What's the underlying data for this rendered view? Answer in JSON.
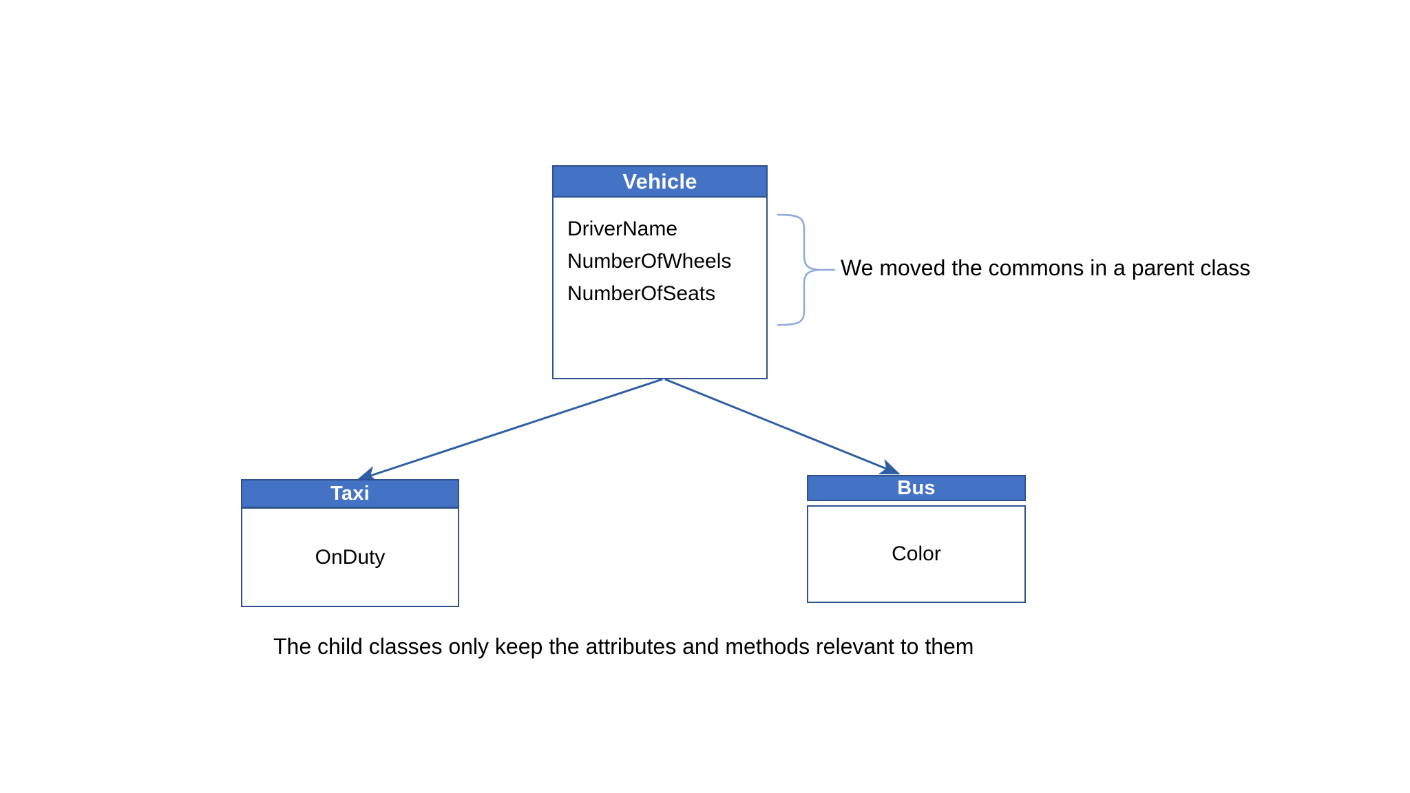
{
  "diagram": {
    "type": "uml-class-inheritance",
    "background": "#ffffff",
    "accent_color": "#4472C4",
    "border_color": "#2F528F",
    "connector_color": "#4472C4",
    "brace_color": "#8FAADC",
    "text_color": "#000000",
    "header_text_color": "#ffffff"
  },
  "parent_class": {
    "name": "Vehicle",
    "attributes": [
      "DriverName",
      "NumberOfWheels",
      "NumberOfSeats"
    ]
  },
  "child_classes": [
    {
      "name": "Taxi",
      "members": [
        "OnDuty"
      ]
    },
    {
      "name": "Bus",
      "members": [
        "Color"
      ]
    }
  ],
  "annotations": {
    "parent_note": "We moved the commons in a parent class",
    "children_note": "The child classes only keep the attributes and methods relevant to them"
  },
  "relationships": [
    {
      "from": "Vehicle",
      "to": "Taxi",
      "kind": "inheritance-arrow"
    },
    {
      "from": "Vehicle",
      "to": "Bus",
      "kind": "inheritance-arrow"
    }
  ]
}
